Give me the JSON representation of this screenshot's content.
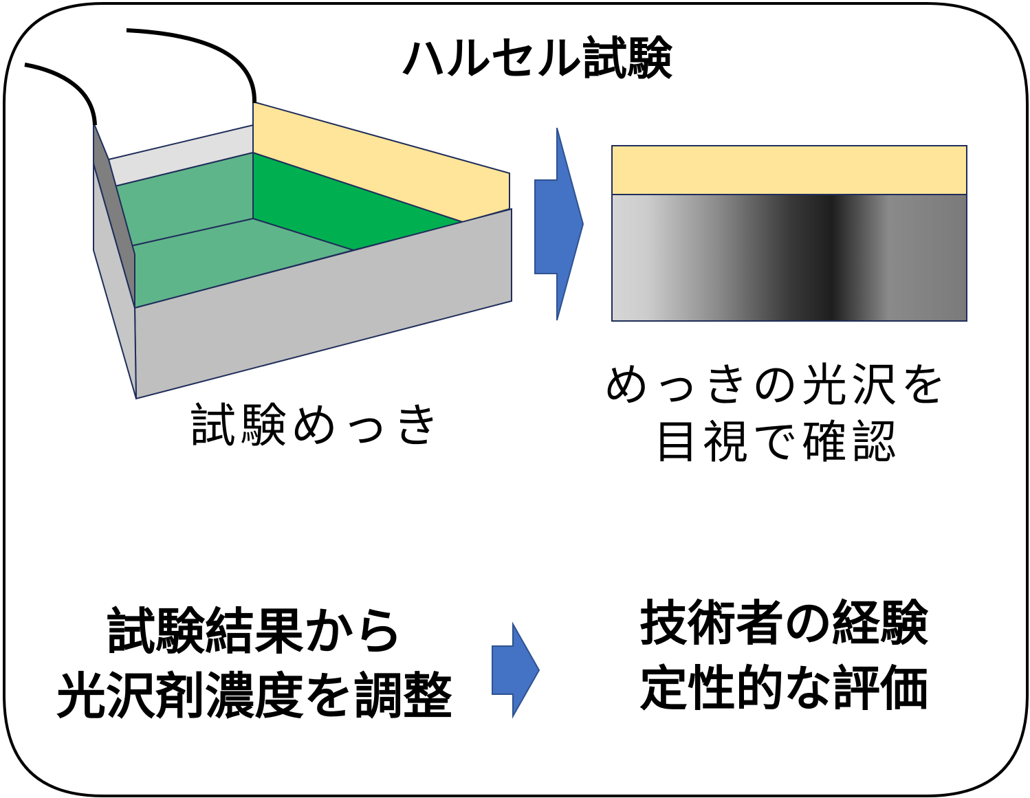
{
  "title": "ハルセル試験",
  "test_plating_label": "試験めっき",
  "visual_check": {
    "line1": "めっきの光沢を",
    "line2": "目視で確認"
  },
  "adjustment": {
    "line1": "試験結果から",
    "line2": "光沢剤濃度を調整"
  },
  "evaluation": {
    "line1": "技術者の経験",
    "line2": "定性的な評価"
  },
  "colors": {
    "solution_dark": "#00B050",
    "solution_light": "#5FB58A",
    "electrode": "#FFE599",
    "cell_wall": "#BFBFBF",
    "arrow": "#4472C4",
    "outline": "#000000"
  }
}
